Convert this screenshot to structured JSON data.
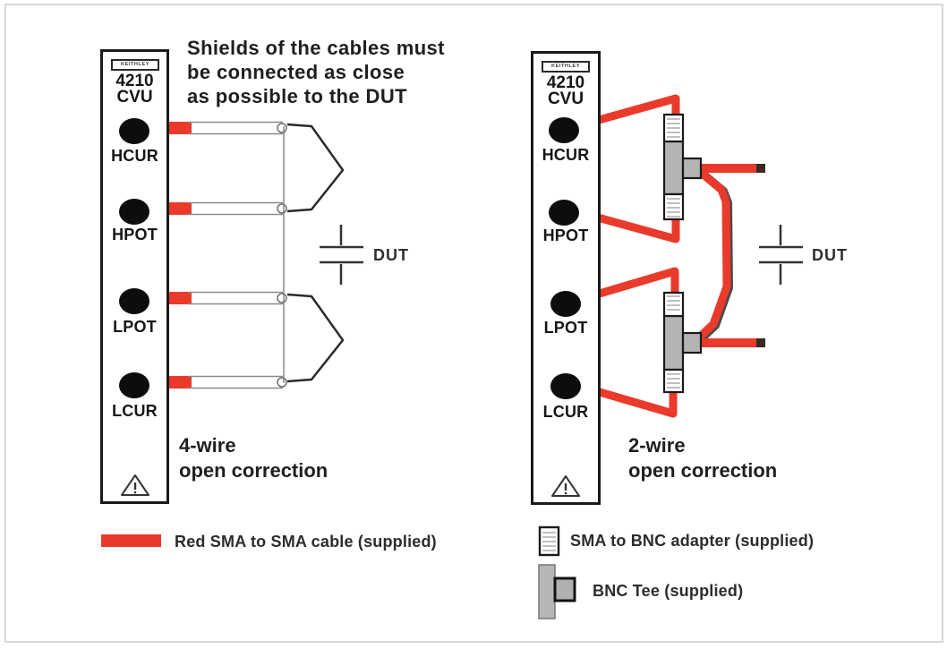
{
  "note": {
    "line1": "Shields of the cables must",
    "line2": "be connected as close",
    "line3": "as possible to the DUT"
  },
  "panels": {
    "left": {
      "logo": "KEITHLEY",
      "model": "4210",
      "unit": "CVU",
      "connectors": [
        "HCUR",
        "HPOT",
        "LPOT",
        "LCUR"
      ]
    },
    "right": {
      "logo": "KEITHLEY",
      "model": "4210",
      "unit": "CVU",
      "connectors": [
        "HCUR",
        "HPOT",
        "LPOT",
        "LCUR"
      ]
    }
  },
  "diagrams": {
    "left": {
      "caption_line1": "4-wire",
      "caption_line2": "open correction",
      "dut": "DUT"
    },
    "right": {
      "caption_line1": "2-wire",
      "caption_line2": "open correction",
      "dut": "DUT"
    }
  },
  "legend": {
    "red_cable": "Red SMA to SMA cable (supplied)",
    "adapter": "SMA to BNC adapter (supplied)",
    "tee": "BNC Tee (supplied)"
  },
  "colors": {
    "cable_red": "#ea3a2b",
    "cable_tip": "#3a2a25",
    "tee_gray": "#b4b4b4",
    "adapter_white": "#ffffff",
    "shield_gray": "#8a8a8a",
    "outline_black": "#1a1a1a",
    "text_dark": "#1f1f1f",
    "frame_gray": "#d8d8d8"
  }
}
